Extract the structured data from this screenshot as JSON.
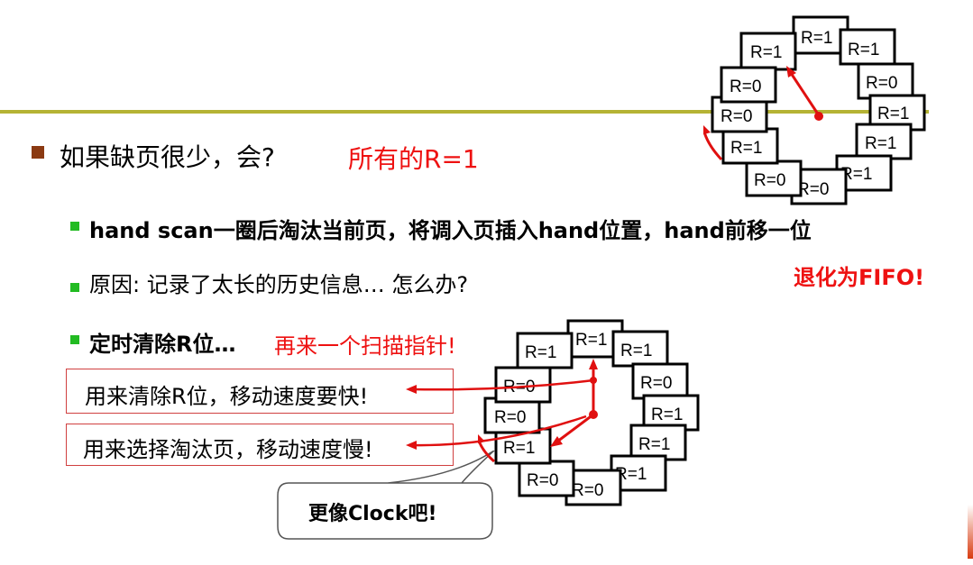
{
  "bullet1": {
    "question": "如果缺页很少，会?",
    "answer": "所有的R=1"
  },
  "bullet2": "hand scan一圈后淘汰当前页，将调入页插入hand位置，hand前移一位",
  "fifo_note": "退化为FIFO!",
  "bullet3": "原因: 记录了太长的历史信息… 怎么办?",
  "bullet4": {
    "text": "定时清除R位…",
    "note": "再来一个扫描指针!"
  },
  "box_clear": "用来清除R位，移动速度要快!",
  "box_select": "用来选择淘汰页，移动速度慢!",
  "callout": "更像Clock吧!",
  "clock_top": [
    "R=1",
    "R=1",
    "R=1",
    "R=0",
    "R=1",
    "R=1",
    "R=1",
    "R=0",
    "R=0",
    "R=1",
    "R=0",
    "R=0"
  ],
  "clock_bottom": [
    "R=1",
    "R=1",
    "R=1",
    "R=0",
    "R=1",
    "R=1",
    "R=1",
    "R=0",
    "R=0",
    "R=1",
    "R=0",
    "R=0"
  ],
  "colors": {
    "accent_red": "#ee1111",
    "rule": "#b5b335",
    "bullet_main": "#8b3a12",
    "bullet_sub": "#22bb22"
  }
}
